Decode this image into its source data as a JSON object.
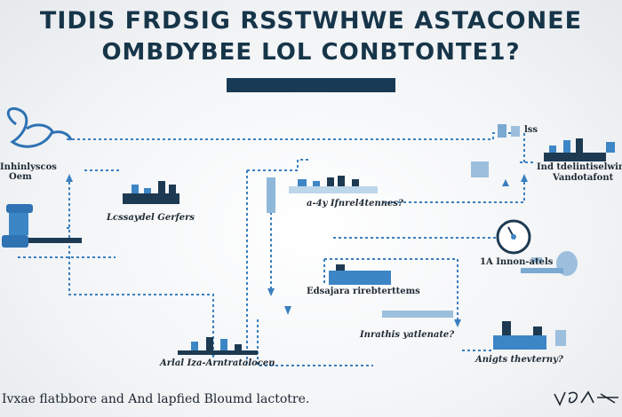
{
  "title": {
    "line1": "TIDIS FRDSIG  RSSTWHWE ASTACONEE",
    "line2": "OMBDYBEE LOL CONBTONTE1?"
  },
  "labels": {
    "left_top": "Inhinlyscos",
    "left_bottom": "Oem",
    "center_left": "Lcssaydel Gerfers",
    "center_mid": "a-4y Ifnrel4tennes?",
    "right_top": "Ind tdelintiselwinel",
    "right_bottom": "Vandotafont",
    "middle_right": "Edsajara rirebterttems",
    "gauge_label": "1A Innon-atels",
    "bottom_center": "Arlal Iza-Arntratalocen",
    "bottom_mid": "Inrathis yatlenate?",
    "bottom_right": "Anigts thevterny?",
    "top_right_small": "lss"
  },
  "footer": {
    "text": "Ivxae flatbbore and And lapfied Bloumd lactotre."
  },
  "colors": {
    "title": "#173549",
    "accent": "#183a55",
    "connector": "#3a7fbf",
    "icon_blue": "#3d86c6",
    "icon_dark": "#1d3a52"
  }
}
